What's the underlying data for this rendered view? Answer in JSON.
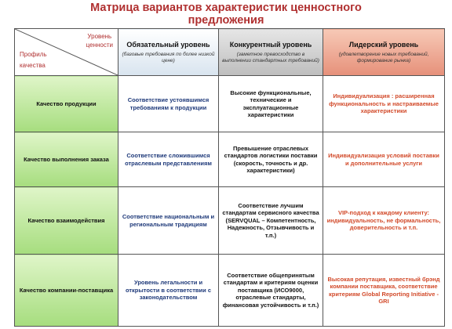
{
  "title_line1": "Матрица вариантов характеристик ценностного",
  "title_line2": "предложения",
  "corner": {
    "top_line1": "Уровень",
    "top_line2": "ценности",
    "bottom_line1": "Профиль",
    "bottom_line2": "качества"
  },
  "columns": [
    {
      "title": "Обязательный уровень",
      "subtitle": "(базовые требования по более низкой цене)"
    },
    {
      "title": "Конкурентный уровень",
      "subtitle": "(заметное превосходство в выполнении стандартных требований)"
    },
    {
      "title": "Лидерский уровень",
      "subtitle": "(удовлетворение новых требований, формирование рынка)"
    }
  ],
  "rows": [
    {
      "label": "Качество продукции",
      "cells": [
        "Соответствие устоявшимся требованиям к продукции",
        "Высокие функциональные, технические и эксплуатационные характеристики",
        "Индивидуализация : расширенная функциональность и настраиваемые характеристики"
      ]
    },
    {
      "label": "Качество выполнения заказа",
      "cells": [
        "Соответствие сложившимся отраслевым представлениям",
        "Превышение отраслевых стандартов логистики поставки (скорость, точность и др. характеристики)",
        "Индивидуализация условий поставки и дополнительные услуги"
      ]
    },
    {
      "label": "Качество взаимодействия",
      "cells": [
        "Соответствие национальным и региональным традициям",
        "Соответствие лучшим стандартам сервисного качества (SERVQUAL – Компетентность, Надежность, Отзывчивость и т.п.)",
        "VIP-подход к каждому клиенту: индивидуальность, не формальность, доверительность и т.п."
      ]
    },
    {
      "label": "Качество компании-поставщика",
      "cells": [
        "Уровень легальности и открытости в соответствии с законодательством",
        "Соответствие общепринятым стандартам и критериям оценки поставщика (ИСО9000, отраслевые стандарты, финансовая устойчивость и т.п.)",
        "Высокая репутация, известный брэнд компании поставщика, соответствие критериям Global Reporting Initiative - GRI"
      ]
    }
  ],
  "colors": {
    "title": "#b03030",
    "row_header_bg": "#a6dd7e",
    "leader_header_bg": "#e6907a",
    "competitive_header_bg": "#bdbdbd",
    "mandatory_text": "#1f3a7a",
    "leader_text": "#d24a2a"
  }
}
